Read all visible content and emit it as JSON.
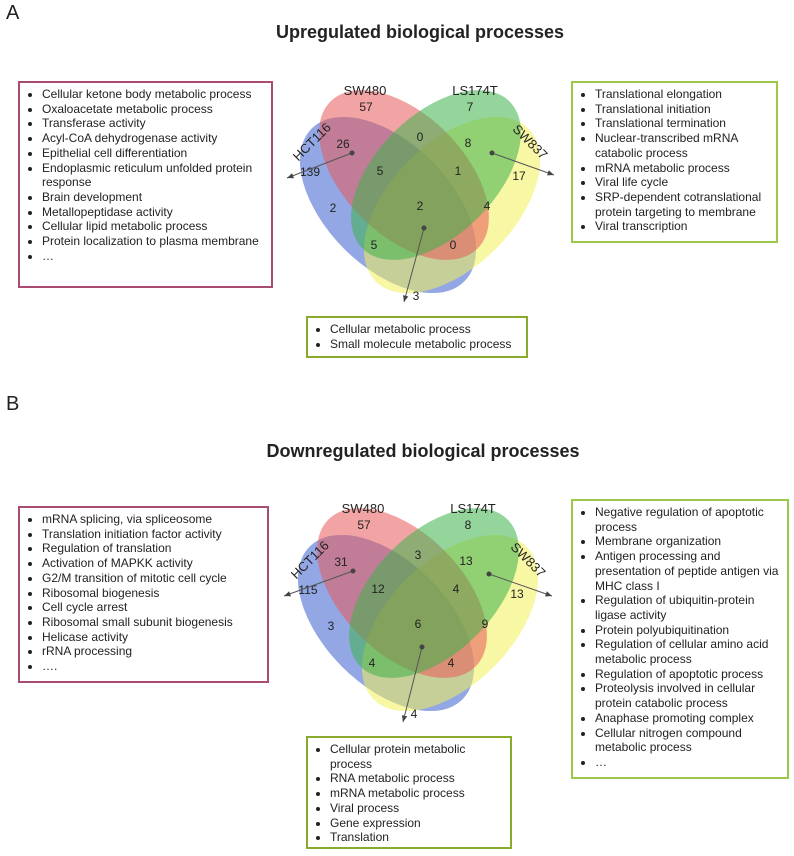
{
  "panelA": {
    "label": "A",
    "title": "Upregulated biological processes",
    "sets": [
      "SW480",
      "LS174T",
      "HCT116",
      "SW837"
    ],
    "counts": {
      "sw480_only": "57",
      "ls174t_only": "7",
      "hct116_only": "139",
      "sw837_only": "17",
      "hct116_sw480": "26",
      "sw480_ls174t": "0",
      "ls174t_sw837": "8",
      "hct116_sw480_ls174t": "5",
      "sw480_ls174t_sw837": "1",
      "hct116_ls174t": "2",
      "all": "2",
      "sw480_sw837": "4",
      "hct116_ls174t_sw837": "5",
      "hct116_sw480_sw837": "0",
      "hct116_sw837": "3"
    },
    "left_box": [
      "Cellular ketone body metabolic process",
      "Oxaloacetate metabolic process",
      "Transferase activity",
      "Acyl-CoA dehydrogenase activity",
      "Epithelial cell differentiation",
      "Endoplasmic reticulum unfolded protein response",
      "Brain development",
      "Metallopeptidase activity",
      "Cellular lipid metabolic process",
      "Protein localization to plasma membrane",
      "…"
    ],
    "right_box": [
      "Translational elongation",
      "Translational initiation",
      "Translational termination",
      "Nuclear-transcribed mRNA catabolic process",
      "mRNA metabolic process",
      "Viral life cycle",
      "SRP-dependent cotranslational protein targeting to membrane",
      "Viral transcription"
    ],
    "bottom_box": [
      "Cellular metabolic process",
      "Small molecule metabolic process"
    ]
  },
  "panelB": {
    "label": "B",
    "title": "Downregulated biological processes",
    "sets": [
      "SW480",
      "LS174T",
      "HCT116",
      "SW837"
    ],
    "counts": {
      "sw480_only": "57",
      "ls174t_only": "8",
      "hct116_only": "115",
      "sw837_only": "13",
      "hct116_sw480": "31",
      "sw480_ls174t": "3",
      "ls174t_sw837": "13",
      "hct116_sw480_ls174t": "12",
      "sw480_ls174t_sw837": "4",
      "hct116_ls174t": "3",
      "all": "6",
      "sw480_sw837": "9",
      "hct116_ls174t_sw837": "4",
      "hct116_sw480_sw837": "4",
      "hct116_sw837": "4"
    },
    "left_box": [
      "mRNA splicing, via spliceosome",
      "Translation initiation factor activity",
      "Regulation of translation",
      "Activation of MAPKK activity",
      "G2/M transition of mitotic cell cycle",
      "Ribosomal biogenesis",
      "Cell cycle arrest",
      "Ribosomal small subunit biogenesis",
      "Helicase activity",
      "rRNA processing",
      "…."
    ],
    "right_box": [
      "Negative regulation of apoptotic process",
      "Membrane organization",
      "Antigen processing and presentation of peptide antigen via MHC class I",
      "Regulation of ubiquitin-protein ligase activity",
      "Protein polyubiquitination",
      "Regulation of cellular amino acid metabolic process",
      "Regulation of apoptotic process",
      "Proteolysis involved in cellular protein catabolic process",
      "Anaphase promoting complex",
      "Cellular nitrogen compound metabolic process",
      "…"
    ],
    "bottom_box": [
      "Cellular protein metabolic process",
      "RNA metabolic process",
      "mRNA metabolic process",
      "Viral process",
      "Gene expression",
      "Translation"
    ]
  },
  "colors": {
    "hct116": "#3a5fcd",
    "sw480": "#e85a5a",
    "ls174t": "#3cb34a",
    "sw837": "#f2f05a",
    "box_red": "#a94c72",
    "box_green": "#9cc94a"
  }
}
